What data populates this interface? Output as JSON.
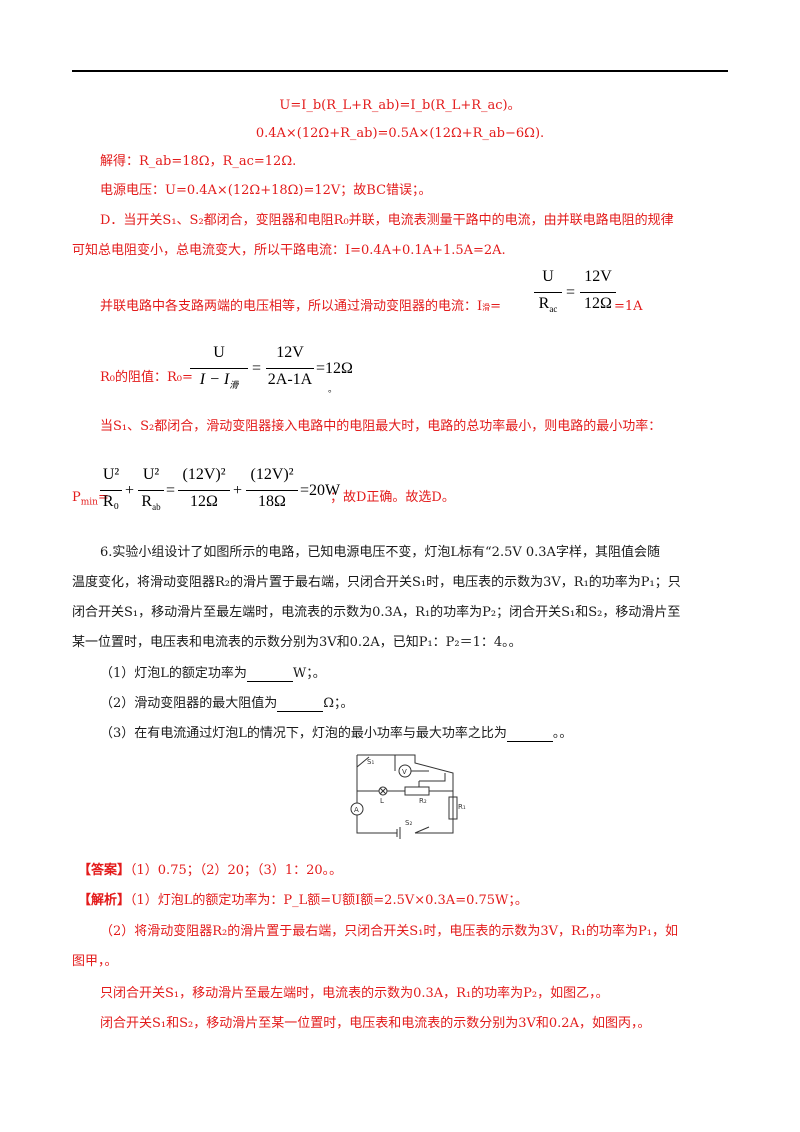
{
  "l1": "U=I_b(R_L+R_ab)=I_b(R_L+R_ac)。",
  "l2": "0.4A×(12Ω+R_ab)=0.5A×(12Ω+R_ab−6Ω).",
  "l3": "解得：R_ab=18Ω，R_ac=12Ω.",
  "l4": "电源电压：U=0.4A×(12Ω+18Ω)=12V；故BC错误；。",
  "l5": "D．当开关S₁、S₂都闭合，变阻器和电阻R₀并联，电流表测量干路中的电流，由并联电路电阻的规律",
  "l6": "可知总电阻变小，总电流变大，所以干路电流：I=0.4A+0.1A+1.5A=2A.",
  "l7_pre": "并联电路中各支路两端的电压相等，所以通过滑动变阻器的电流：I",
  "l7_sub": "滑",
  "l7_eq": "=",
  "l7_post": "=1A",
  "f1": {
    "num": "U",
    "den": "R",
    "den_sub": "ac",
    "eq": "=",
    "num2": "12V",
    "den2": "12Ω"
  },
  "l8_pre": "R₀的阻值：R₀=",
  "f2": {
    "num": "U",
    "den": "I − I",
    "den_sub": "滑",
    "eq": "=",
    "num2": "12V",
    "den2": "2A-1A",
    "result": "=12Ω"
  },
  "l8_post": "。",
  "l9": "当S₁、S₂都闭合，滑动变阻器接入电路中的电阻最大时，电路的总功率最小，则电路的最小功率：",
  "l10_pre": "P",
  "l10_sub": "min",
  "l10_eq": "=",
  "f3": {
    "t1n": "U²",
    "t1d": "R₀",
    "t2n": "U²",
    "t2d": "R",
    "t2d_sub": "ab",
    "t3n": "(12V)²",
    "t3d": "12Ω",
    "t4n": "(12V)²",
    "t4d": "18Ω",
    "result": "=20W",
    "plus": "+",
    "eq": "="
  },
  "l10_post": "；故D正确。故选D。",
  "q6_1": "6.实验小组设计了如图所示的电路，已知电源电压不变，灯泡L标有“2.5V 0.3A字样，其阻值会随",
  "q6_2": "温度变化，将滑动变阻器R₂的滑片置于最右端，只闭合开关S₁时，电压表的示数为3V，R₁的功率为P₁；只",
  "q6_3": "闭合开关S₁，移动滑片至最左端时，电流表的示数为0.3A，R₁的功率为P₂；闭合开关S₁和S₂，移动滑片至",
  "q6_4": "某一位置时，电压表和电流表的示数分别为3V和0.2A，已知P₁：P₂＝1：4。。",
  "s1_pre": "（1）灯泡L的额定功率为",
  "s1_post": "W；。",
  "s2_pre": "（2）滑动变阻器的最大阻值为",
  "s2_post": "Ω；。",
  "s3_pre": "（3）在有电流通过灯泡L的情况下，灯泡的最小功率与最大功率之比为",
  "s3_post": "。。",
  "circuit": {
    "s1": "S₁",
    "v": "V",
    "l": "L",
    "r2": "R₂",
    "r1": "R₁",
    "a": "A",
    "s2": "S₂"
  },
  "ans_tag": "【答案】",
  "ans_text": "（1）0.75；（2）20；（3）1：20。。",
  "exp_tag": "【解析】",
  "exp_text": "（1）灯泡L的额定功率为：P_L额=U额I额=2.5V×0.3A=0.75W；。",
  "e2_1": "（2）将滑动变阻器R₂的滑片置于最右端，只闭合开关S₁时，电压表的示数为3V，R₁的功率为P₁，如",
  "e2_2": "图甲，。",
  "e3": "只闭合开关S₁，移动滑片至最左端时，电流表的示数为0.3A，R₁的功率为P₂，如图乙，。",
  "e4": "闭合开关S₁和S₂，移动滑片至某一位置时，电压表和电流表的示数分别为3V和0.2A，如图丙，。",
  "colors": {
    "answer": "#e31b1b",
    "text": "#1a1a1a",
    "rule": "#000000"
  }
}
